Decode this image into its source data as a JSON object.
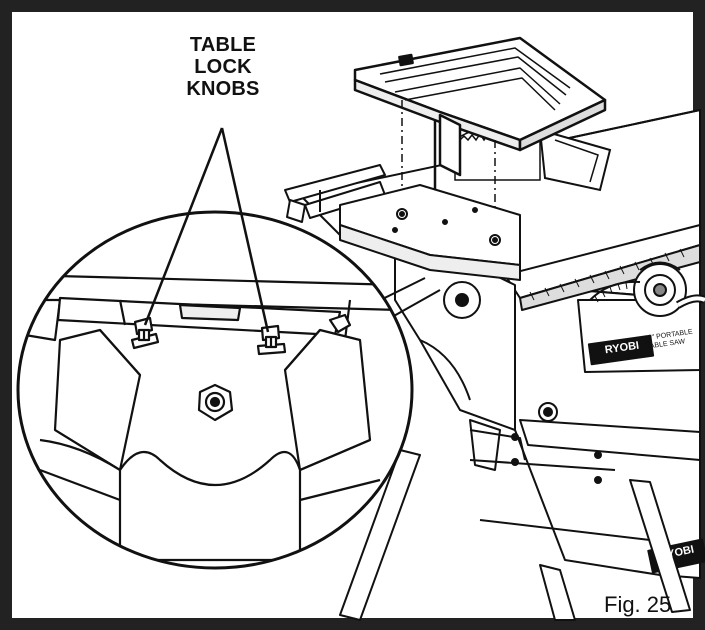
{
  "callout": {
    "line1": "TABLE",
    "line2": "LOCK",
    "line3": "KNOBS"
  },
  "figure_label": "Fig. 25",
  "brand": {
    "name": "RYOBI",
    "product_line1": "10\" PORTABLE",
    "product_line2": "TABLE SAW"
  }
}
